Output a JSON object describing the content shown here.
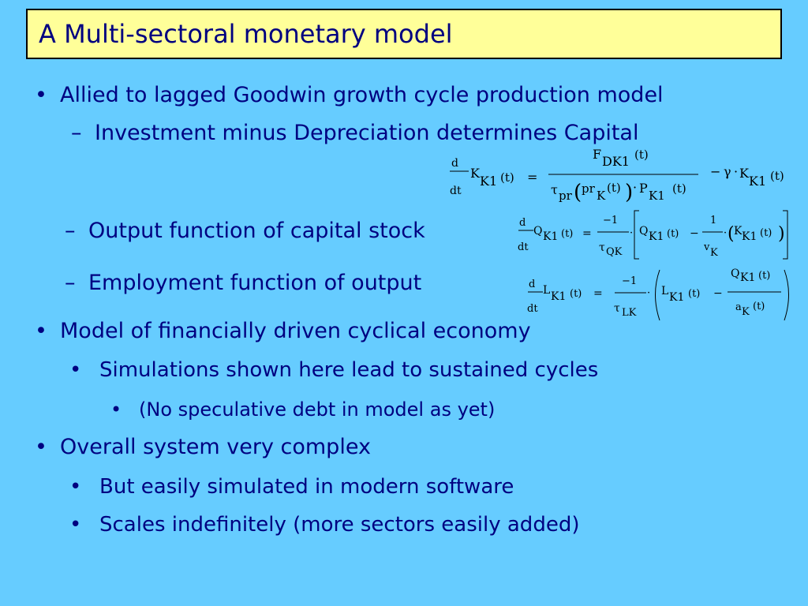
{
  "slide": {
    "title": "A Multi-sectoral monetary model",
    "bullets": [
      {
        "marker": "•",
        "text": "Allied to lagged Goodwin growth cycle production model"
      },
      {
        "marker": "–",
        "text": "Investment minus Depreciation determines Capital"
      },
      {
        "marker": "–",
        "text": "Output function of capital stock"
      },
      {
        "marker": "–",
        "text": "Employment function of output"
      },
      {
        "marker": "•",
        "text": "Model of financially driven cyclical economy"
      },
      {
        "marker": "•",
        "text": "Simulations shown here lead to sustained cycles"
      },
      {
        "marker": "•",
        "text": "(No speculative debt in model as yet)"
      },
      {
        "marker": "•",
        "text": "Overall system very complex"
      },
      {
        "marker": "•",
        "text": "But easily simulated in modern software"
      },
      {
        "marker": "•",
        "text": "Scales indefinitely (more sectors easily added)"
      }
    ]
  },
  "equations": {
    "capital": {
      "d": "d",
      "dt": "dt",
      "K": "K",
      "K1": "K1",
      "t_paren": "(t)",
      "eq": "=",
      "F": "F",
      "DK1": "DK1",
      "tau": "τ",
      "pr": "pr",
      "lparen": "(",
      "rparen": ")",
      "K_sub": "K",
      "dot": "·",
      "P": "P",
      "minus": "−",
      "gamma": "γ"
    },
    "output": {
      "d": "d",
      "dt": "dt",
      "Q": "Q",
      "K1": "K1",
      "t_paren": "(t)",
      "eq": "=",
      "neg1": "−1",
      "tau": "τ",
      "QK": "QK",
      "dot": "·",
      "minus": "−",
      "one": "1",
      "v": "v",
      "K_sub": "K",
      "K": "K",
      "lparen": "(",
      "rparen": ")"
    },
    "employment": {
      "d": "d",
      "dt": "dt",
      "L": "L",
      "K1": "K1",
      "t_paren": "(t)",
      "eq": "=",
      "neg1": "−1",
      "tau": "τ",
      "LK": "LK",
      "dot": "·",
      "minus": "−",
      "Q": "Q",
      "a": "a",
      "K_sub": "K",
      "lparen": "(",
      "rparen": ")"
    }
  },
  "colors": {
    "background": "#66ccff",
    "title_bg": "#ffff99",
    "text": "#000080"
  }
}
